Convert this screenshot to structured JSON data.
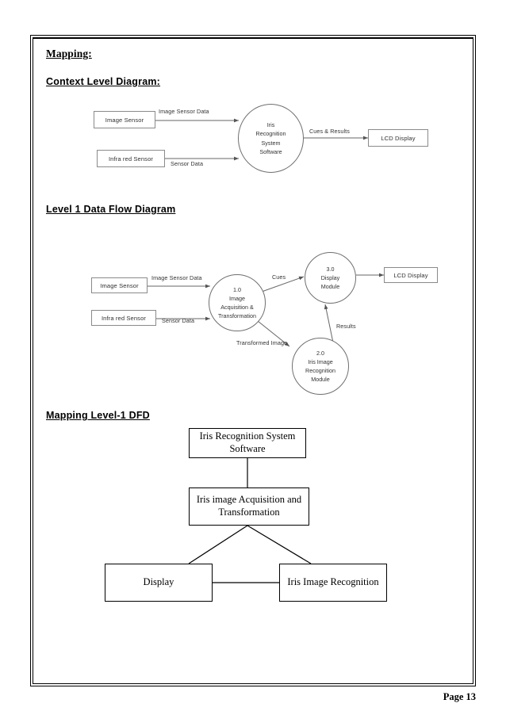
{
  "document": {
    "page_label": "Page 13",
    "headings": {
      "mapping": "Mapping:",
      "context_level": "Context Level Diagram:",
      "level_1": "Level 1 Data Flow Diagram",
      "mapping_level_1": "Mapping Level-1 DFD"
    }
  },
  "context_diagram": {
    "entities": {
      "image_sensor": "Image Sensor",
      "infrared_sensor": "Infra red Sensor",
      "lcd_display": "LCD Display"
    },
    "process": {
      "line1": "Iris",
      "line2": "Recognition",
      "line3": "System",
      "line4": "Software"
    },
    "flows": {
      "image_sensor_data": "Image Sensor Data",
      "sensor_data": "Sensor Data",
      "cues_and_results": "Cues & Results"
    }
  },
  "level1_diagram": {
    "entities": {
      "image_sensor": "Image Sensor",
      "infrared_sensor": "Infra red Sensor",
      "lcd_display": "LCD Display"
    },
    "process_1": {
      "id": "1.0",
      "line1": "Image",
      "line2": "Acquisition &",
      "line3": "Transformation"
    },
    "process_2": {
      "id": "2.0",
      "line1": "Iris Image",
      "line2": "Recognition",
      "line3": "Module"
    },
    "process_3": {
      "id": "3.0",
      "line1": "Display",
      "line2": "Module"
    },
    "flows": {
      "image_sensor_data": "Image Sensor Data",
      "sensor_data": "Sensor Data",
      "cues": "Cues",
      "results": "Results",
      "transformed_image": "Transformed Image"
    }
  },
  "hierarchy_chart": {
    "root": "Iris Recognition System Software",
    "level2": "Iris image Acquisition and Transformation",
    "leaf_left": "Display",
    "leaf_right": "Iris Image Recognition"
  },
  "colors": {
    "ink": "#000000",
    "diagram_stroke": "#808080",
    "diagram_text": "#333333",
    "page_background": "#ffffff"
  }
}
